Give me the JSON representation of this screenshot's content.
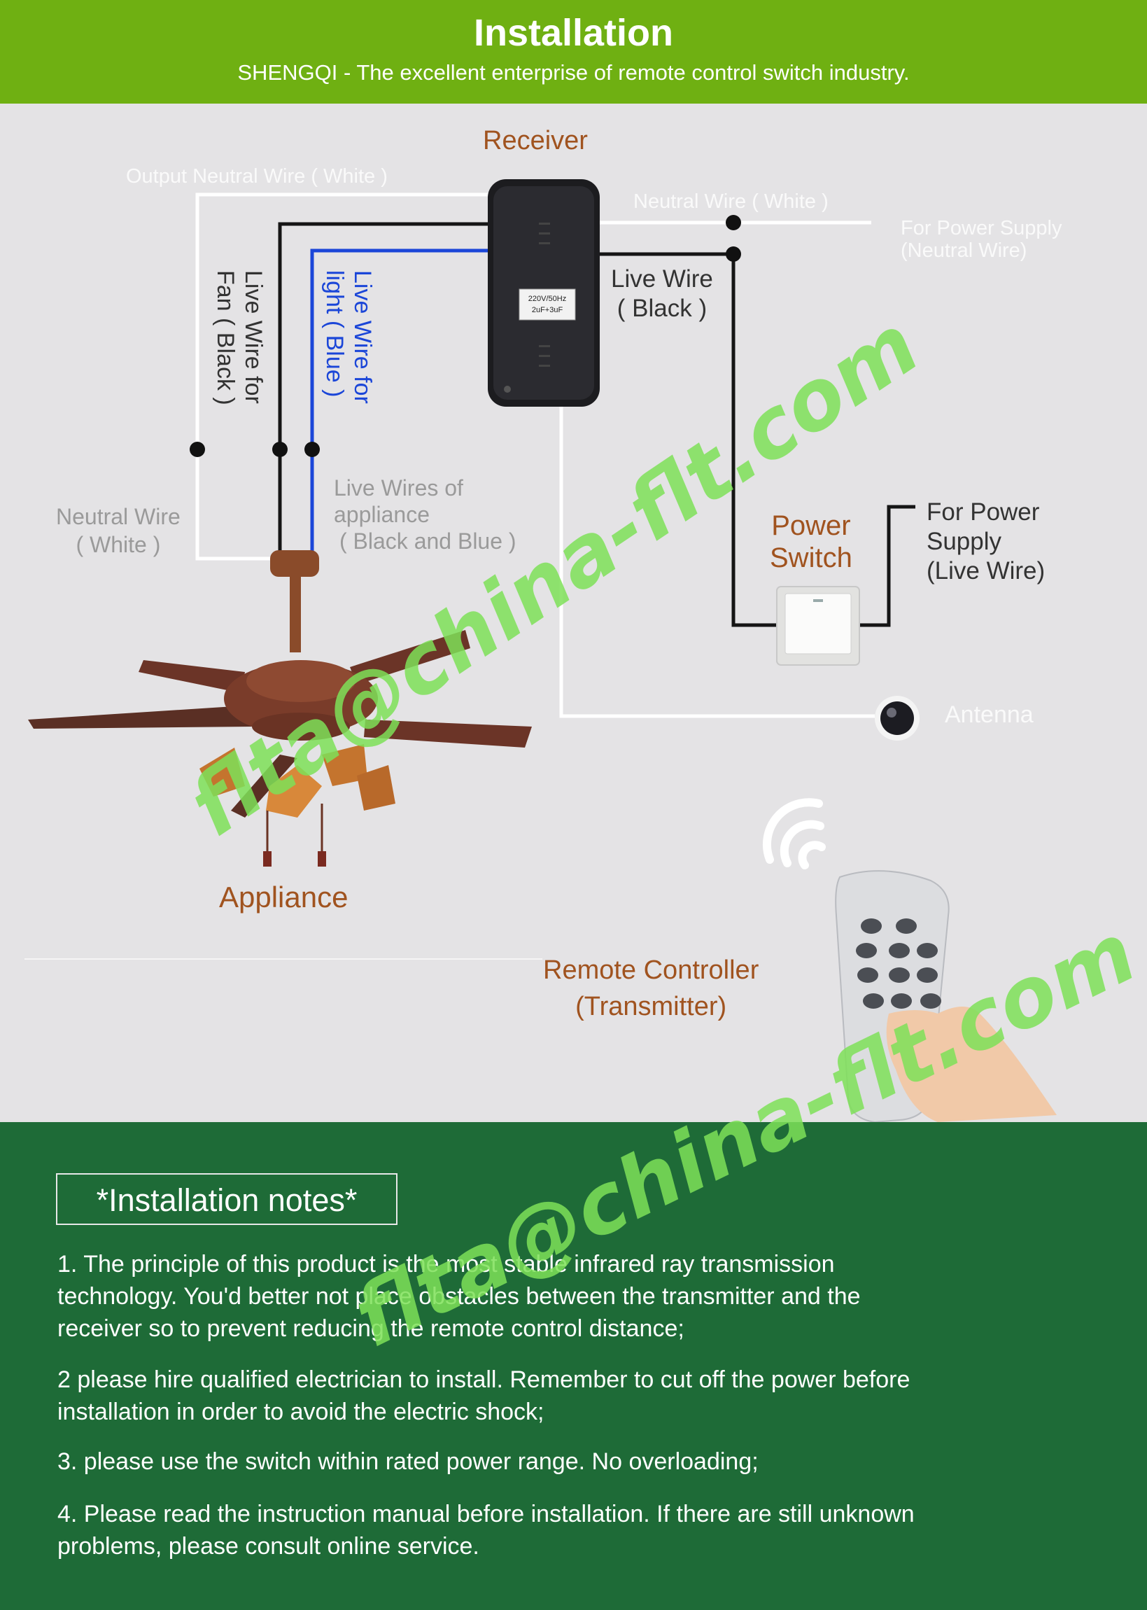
{
  "header": {
    "title": "Installation",
    "subtitle": "SHENGQI - The excellent enterprise of remote control switch  industry."
  },
  "diagram": {
    "receiver_label": "Receiver",
    "receiver_plate": [
      "220V/50Hz",
      "2uF+3uF"
    ],
    "output_neutral": "Output Neutral Wire ( White )",
    "neutral_wire_top": "Neutral Wire ( White )",
    "power_supply_neutral": [
      "For Power Supply",
      "(Neutral Wire)"
    ],
    "live_wire_black": [
      "Live Wire",
      "( Black )"
    ],
    "live_fan": [
      "Live Wire for",
      "Fan ( Black )"
    ],
    "live_light": [
      "Live Wire for",
      "light ( Blue )"
    ],
    "neutral_white_left": [
      "Neutral Wire",
      "( White )"
    ],
    "live_wires_appliance": [
      "Live Wires of",
      "appliance",
      "( Black and Blue )"
    ],
    "power_switch": [
      "Power",
      "Switch"
    ],
    "power_supply_live": [
      "For Power",
      "Supply",
      "(Live Wire)"
    ],
    "antenna": "Antenna",
    "appliance": "Appliance",
    "remote": [
      "Remote Controller",
      "(Transmitter)"
    ]
  },
  "notes": {
    "heading": "*Installation notes*",
    "items": [
      [
        "1. The principle of this product is the most stable infrared ray transmission",
        "technology. You'd better not place obstacles between the transmitter and the",
        "receiver so to prevent reducing the remote control distance;"
      ],
      [
        "2 please hire qualified electrician to install. Remember to cut off the power before",
        "installation in order to avoid the electric shock;"
      ],
      [
        "3. please use the switch within rated power range. No overloading;"
      ],
      [
        "4. Please read the instruction manual before installation.  If there are still unknown",
        "problems, please consult online service."
      ]
    ]
  },
  "watermark": "flta@china-flt.com",
  "colors": {
    "header_green": "#6fb012",
    "notes_green": "#1e6b37",
    "label_brown": "#a0531f",
    "wire_blue": "#1b46d8",
    "watermark": "#7ee058"
  }
}
